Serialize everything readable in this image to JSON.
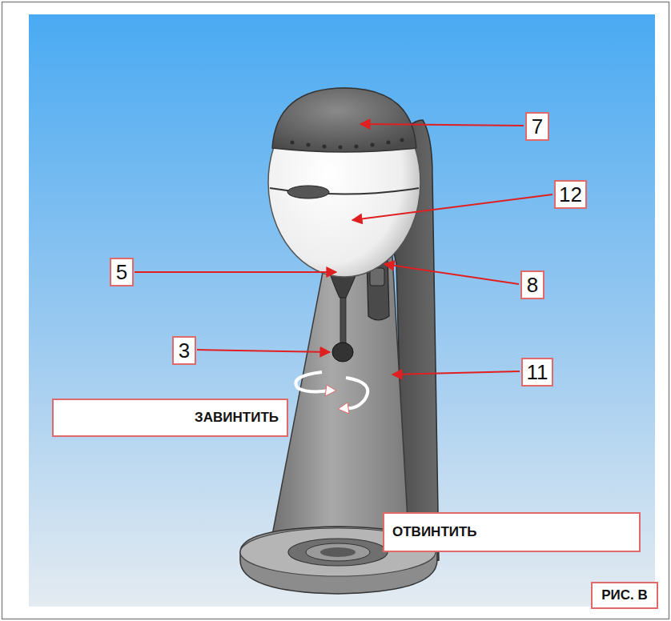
{
  "diagram": {
    "nodes": [
      {
        "text": [
          "7"
        ]
      },
      {
        "text": [
          "12"
        ]
      },
      {
        "text": [
          "5"
        ]
      },
      {
        "text": [
          "8"
        ]
      },
      {
        "text": [
          "3"
        ]
      },
      {
        "text": [
          "11"
        ]
      },
      {
        "text": [
          "ЗАВИНТИТЬ"
        ]
      },
      {
        "text": [
          "ОТВИНТИТЬ"
        ]
      },
      {
        "text": [
          "РИС. В"
        ]
      }
    ]
  }
}
